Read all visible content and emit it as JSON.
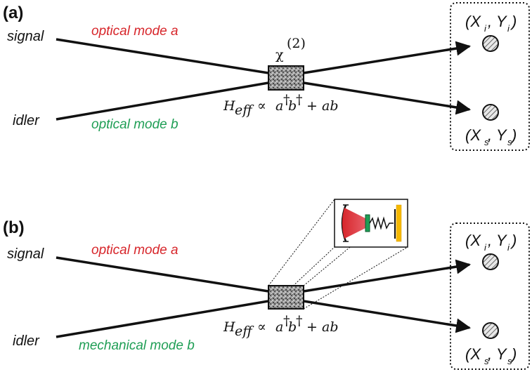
{
  "colors": {
    "mode_a": "#d7262b",
    "mode_b": "#1f9e55",
    "line": "#111111",
    "crystal": "#8a8a8a",
    "cavity_beam": "#d7262b",
    "mirror_green": "#1f9e55",
    "membrane_yellow": "#f5b800"
  },
  "panels": [
    {
      "label": "(a)",
      "signal": "signal",
      "idler": "idler",
      "mode_a": "optical mode a",
      "mode_b": "optical mode b",
      "nonlinearity": "χ",
      "nonlinearity_order": "(2)",
      "hamiltonian": {
        "H": "H",
        "sub": "eff",
        "rel": "∝",
        "a": "a",
        "b": "b",
        "dagger": "†",
        "plus": "+",
        "ab": "ab"
      },
      "output_idler": {
        "open": "(X",
        "sub1": "i",
        "mid": ", Y",
        "sub2": "i",
        "close": ")"
      },
      "output_signal": {
        "open": "(X",
        "sub1": "s",
        "mid": ", Y",
        "sub2": "s",
        "close": ")"
      },
      "icons": [
        "hatched-circle-icon",
        "hatched-circle-icon"
      ]
    },
    {
      "label": "(b)",
      "signal": "signal",
      "idler": "idler",
      "mode_a": "optical mode a",
      "mode_b": "mechanical mode b",
      "hamiltonian": {
        "H": "H",
        "sub": "eff",
        "rel": "∝",
        "a": "a",
        "b": "b",
        "dagger": "†",
        "plus": "+",
        "ab": "ab"
      },
      "output_idler": {
        "open": "(X",
        "sub1": "i",
        "mid": ", Y",
        "sub2": "i",
        "close": ")"
      },
      "output_signal": {
        "open": "(X",
        "sub1": "s",
        "mid": ", Y",
        "sub2": "s",
        "close": ")"
      },
      "icons": [
        "optomechanical-cavity-icon",
        "hatched-circle-icon",
        "hatched-circle-icon"
      ]
    }
  ]
}
